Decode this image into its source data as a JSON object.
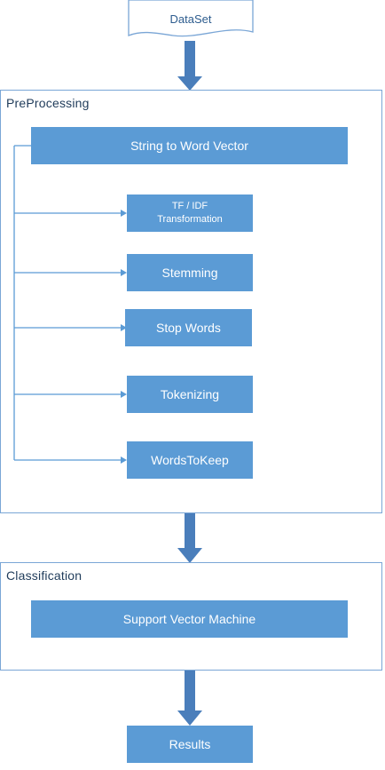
{
  "input": {
    "label": "DataSet"
  },
  "preprocessing": {
    "title": "PreProcessing",
    "main_step": "String to Word Vector",
    "steps": [
      {
        "line1": "TF / IDF",
        "line2": "Transformation"
      },
      {
        "line1": "Stemming"
      },
      {
        "line1": "Stop Words"
      },
      {
        "line1": "Tokenizing"
      },
      {
        "line1": "WordsToKeep"
      }
    ]
  },
  "classification": {
    "title": "Classification",
    "main_step": "Support Vector Machine"
  },
  "output": {
    "label": "Results"
  },
  "colors": {
    "box_fill": "#5b9bd5",
    "group_border": "#7aa6d6",
    "arrow": "#4a7ebb",
    "connector": "#5b9bd5"
  }
}
